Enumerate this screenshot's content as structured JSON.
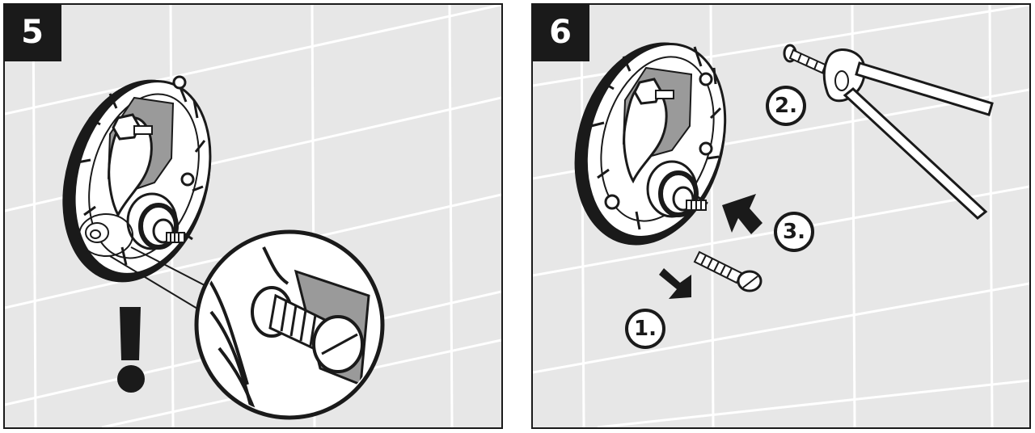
{
  "panels": [
    {
      "step_label": "5"
    },
    {
      "step_label": "6",
      "callouts": [
        "1.",
        "2.",
        "3."
      ]
    }
  ],
  "colors": {
    "ink": "#1a1a1a",
    "wall": "#e7e7e7",
    "tile_line": "#ffffff",
    "highlight": "#ffffff",
    "shadow": "#aaaaaa"
  },
  "icons": {
    "warning": "exclamation-icon",
    "pliers": "pliers-icon",
    "arrow": "push-arrow-icon"
  }
}
